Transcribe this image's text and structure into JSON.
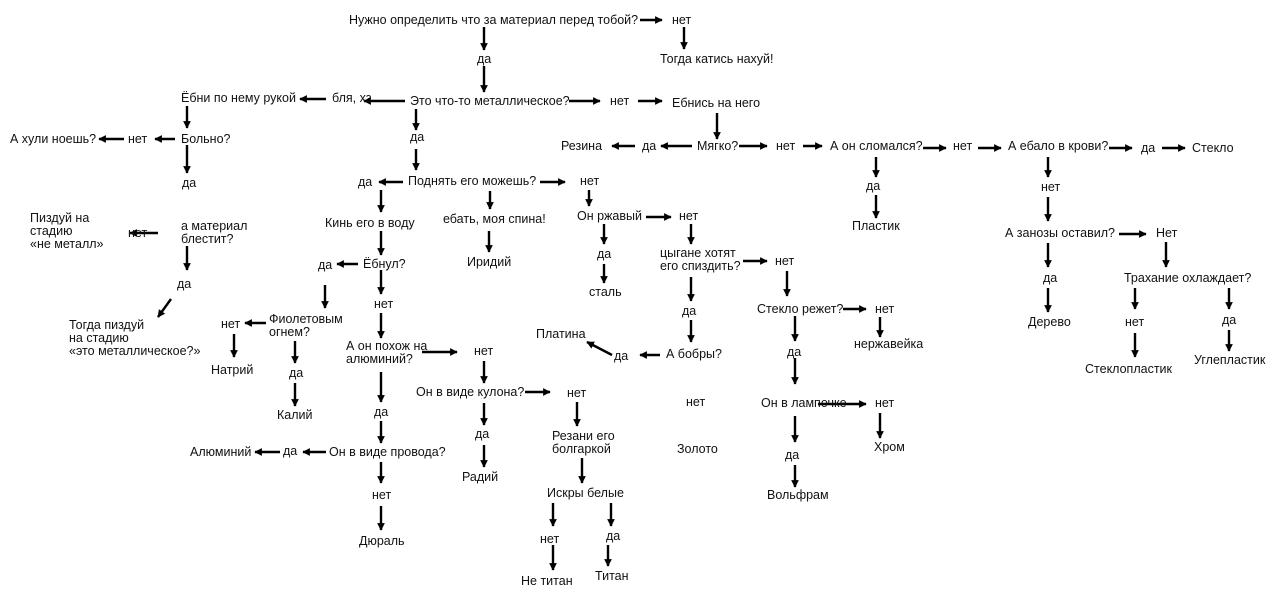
{
  "diagram": {
    "nodes": {
      "q_need": "Нужно определить что за материал перед тобой?",
      "no_1": "нет",
      "then_roll": "Тогда катись нахуй!",
      "yes_1": "да",
      "hit_it_hand": "Ёбни по нему рукой",
      "fuck_dunno": "бля, хз",
      "q_metal": "Это что-то металлическое?",
      "no_metal": "нет",
      "hit_it": "Ебнись на него",
      "whine": "А хули ноешь?",
      "no_hurts": "нет",
      "q_hurts": "Больно?",
      "yes_hurts": "да",
      "yes_metal": "да",
      "rubber": "Резина",
      "yes_soft": "да",
      "q_soft": "Мягко?",
      "no_soft": "нет",
      "q_broke": "А он сломался?",
      "no_broke": "нет",
      "q_blood": "А ебало в крови?",
      "yes_blood": "да",
      "glass": "Стекло",
      "yes_broke": "да",
      "plastic": "Пластик",
      "no_blood": "нет",
      "q_splinters": "А занозы оставил?",
      "no_splinters": "Нет",
      "yes_splinters": "да",
      "wood": "Дерево",
      "q_sex": "Трахание охлаждает?",
      "no_sex": "нет",
      "yes_sex": "да",
      "fiberglass": "Стеклопластик",
      "carbon": "Углепластик",
      "go_not_metal": "Пиздуй на\nстадию\n«не металл»",
      "no_shines": "нет",
      "q_shines": "а материал\nблестит?",
      "yes_shines": "да",
      "go_metal": "Тогда пиздуй\nна стадию\n«это металлическое?»",
      "yes_lift": "да",
      "q_lift": "Поднять его можешь?",
      "no_lift": "нет",
      "throw_water": "Кинь его в воду",
      "my_back": "ебать, моя спина!",
      "iridium": "Иридий",
      "q_rusty": "Он ржавый",
      "no_rusty": "нет",
      "yes_rusty": "да",
      "steel": "сталь",
      "q_gypsies": "цыгане хотят\nего спиздить?",
      "no_gypsies": "нет",
      "yes_gypsies": "да",
      "yes_boom": "да",
      "q_boom": "Ёбнул?",
      "no_boom": "нет",
      "no_purple": "нет",
      "q_purple": "Фиолетовым\nогнем?",
      "yes_purple": "да",
      "sodium": "Натрий",
      "potassium": "Калий",
      "q_aluminium": "А он похож на\nалюминий?",
      "no_aluminium": "нет",
      "yes_aluminium": "да",
      "q_pendant": "Он в виде кулона?",
      "no_pendant": "нет",
      "yes_pendant": "да",
      "radium": "Радий",
      "cut_grinder": "Резани его\nболгаркой",
      "q_sparks": "Искры белые",
      "no_sparks": "нет",
      "yes_sparks": "да",
      "not_titanium": "Не титан",
      "titanium": "Титан",
      "aluminium": "Алюминий",
      "yes_wire": "да",
      "q_wire": "Он в виде провода?",
      "no_wire": "нет",
      "duralumin": "Дюраль",
      "platinum": "Платина",
      "yes_beavers": "да",
      "q_beavers": "А бобры?",
      "no_beavers": "нет",
      "gold": "Золото",
      "q_glasscut": "Стекло режет?",
      "no_glasscut": "нет",
      "stainless": "нержавейка",
      "yes_glasscut": "да",
      "q_bulb": "Он в лампочке",
      "no_bulb": "нет",
      "chrome": "Хром",
      "yes_bulb": "да",
      "tungsten": "Вольфрам"
    },
    "colors": {
      "text": "#111111",
      "arrow": "#000000",
      "background": "#ffffff"
    }
  }
}
